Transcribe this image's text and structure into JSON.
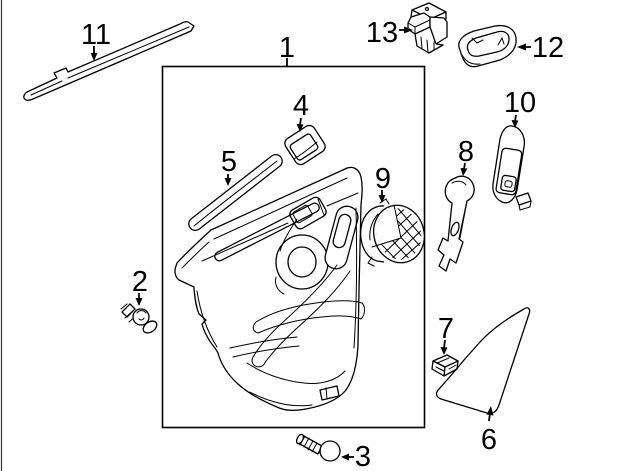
{
  "diagram": {
    "type": "exploded-parts-line-diagram",
    "background_color": "#ffffff",
    "line_color": "#000000",
    "callouts": {
      "c1": {
        "label": "1"
      },
      "c2": {
        "label": "2"
      },
      "c3": {
        "label": "3"
      },
      "c4": {
        "label": "4"
      },
      "c5": {
        "label": "5"
      },
      "c6": {
        "label": "6"
      },
      "c7": {
        "label": "7"
      },
      "c8": {
        "label": "8"
      },
      "c9": {
        "label": "9"
      },
      "c10": {
        "label": "10"
      },
      "c11": {
        "label": "11"
      },
      "c12": {
        "label": "12"
      },
      "c13": {
        "label": "13"
      }
    }
  }
}
